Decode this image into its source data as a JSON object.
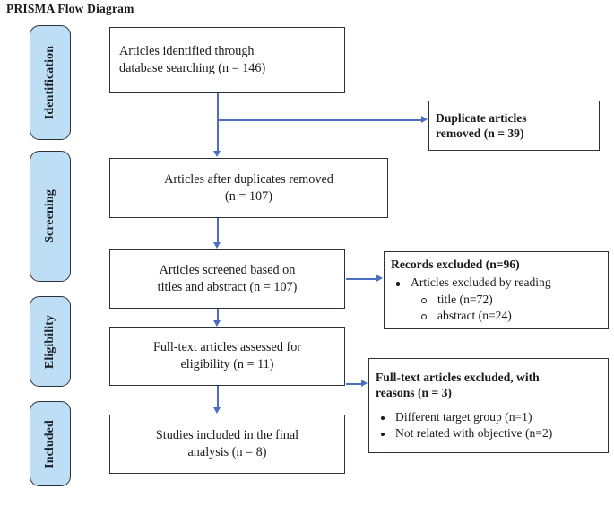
{
  "title": "PRISMA Flow Diagram",
  "colors": {
    "stage_fill": "#bddef4",
    "box_border": "#2c3138",
    "arrow": "#4a6fc0",
    "text": "#1a1a1a"
  },
  "stages": [
    {
      "label": "Identification"
    },
    {
      "label": "Screening"
    },
    {
      "label": "Eligibility"
    },
    {
      "label": "Included"
    }
  ],
  "flow_boxes": [
    {
      "text": "Articles identified through\ndatabase searching (n = 146)",
      "align": "left"
    },
    {
      "text": "Articles after duplicates removed\n(n = 107)",
      "align": "center"
    },
    {
      "text": "Articles screened based on\ntitles and abstract (n = 107)",
      "align": "center"
    },
    {
      "text": "Full-text articles assessed for\neligibility (n = 11)",
      "align": "center"
    },
    {
      "text": "Studies included in the final\nanalysis (n = 8)",
      "align": "center"
    }
  ],
  "exclusion_boxes": [
    {
      "heading": "Duplicate articles\nremoved (n = 39)",
      "bullets": [],
      "subbullets": []
    },
    {
      "heading": "Records excluded (n=96)",
      "bullets": [
        "Articles excluded by reading"
      ],
      "subbullets": [
        "title (n=72)",
        "abstract (n=24)"
      ]
    },
    {
      "heading": "Full-text articles excluded, with\nreasons (n = 3)",
      "bullets": [
        "Different target group (n=1)",
        "Not related with objective (n=2)"
      ],
      "subbullets": []
    }
  ]
}
